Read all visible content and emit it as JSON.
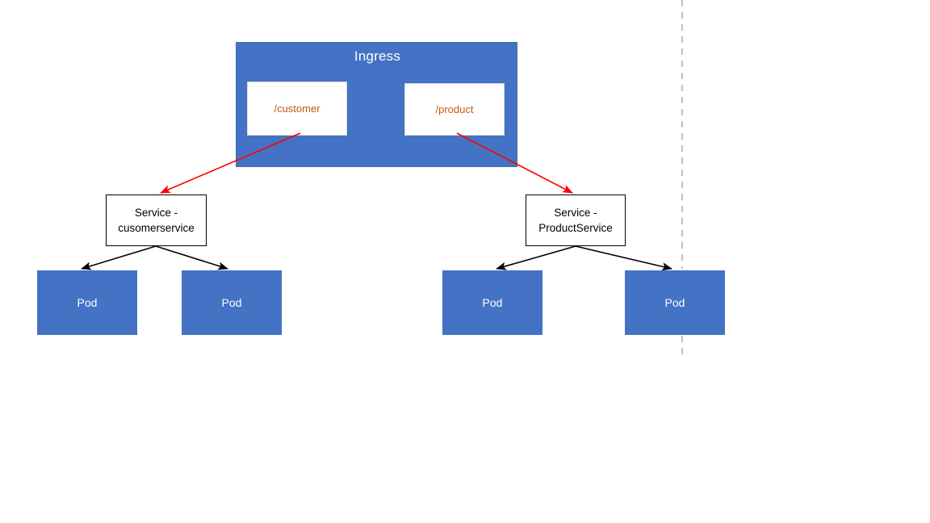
{
  "diagram": {
    "title": "Kubernetes Ingress routing diagram",
    "colors": {
      "box_blue": "#4472C4",
      "path_text": "#C55A11",
      "arrow_red": "#FF0000",
      "arrow_black": "#000000",
      "divider_gray": "#A6A6A6",
      "white": "#FFFFFF"
    }
  },
  "ingress": {
    "label": "Ingress",
    "paths": [
      {
        "label": "/customer"
      },
      {
        "label": "/product"
      }
    ]
  },
  "services": [
    {
      "line1": "Service -",
      "line2": "cusomerservice"
    },
    {
      "line1": "Service -",
      "line2": "ProductService"
    }
  ],
  "pods": [
    {
      "label": "Pod"
    },
    {
      "label": "Pod"
    },
    {
      "label": "Pod"
    },
    {
      "label": "Pod"
    }
  ],
  "connectors": {
    "ingress_to_customer_service": "red arrow",
    "ingress_to_product_service": "red arrow",
    "customer_service_to_pod_1": "black arrow",
    "customer_service_to_pod_2": "black arrow",
    "product_service_to_pod_3": "black arrow",
    "product_service_to_pod_4": "black arrow"
  },
  "divider": {
    "style": "dashed vertical line"
  }
}
